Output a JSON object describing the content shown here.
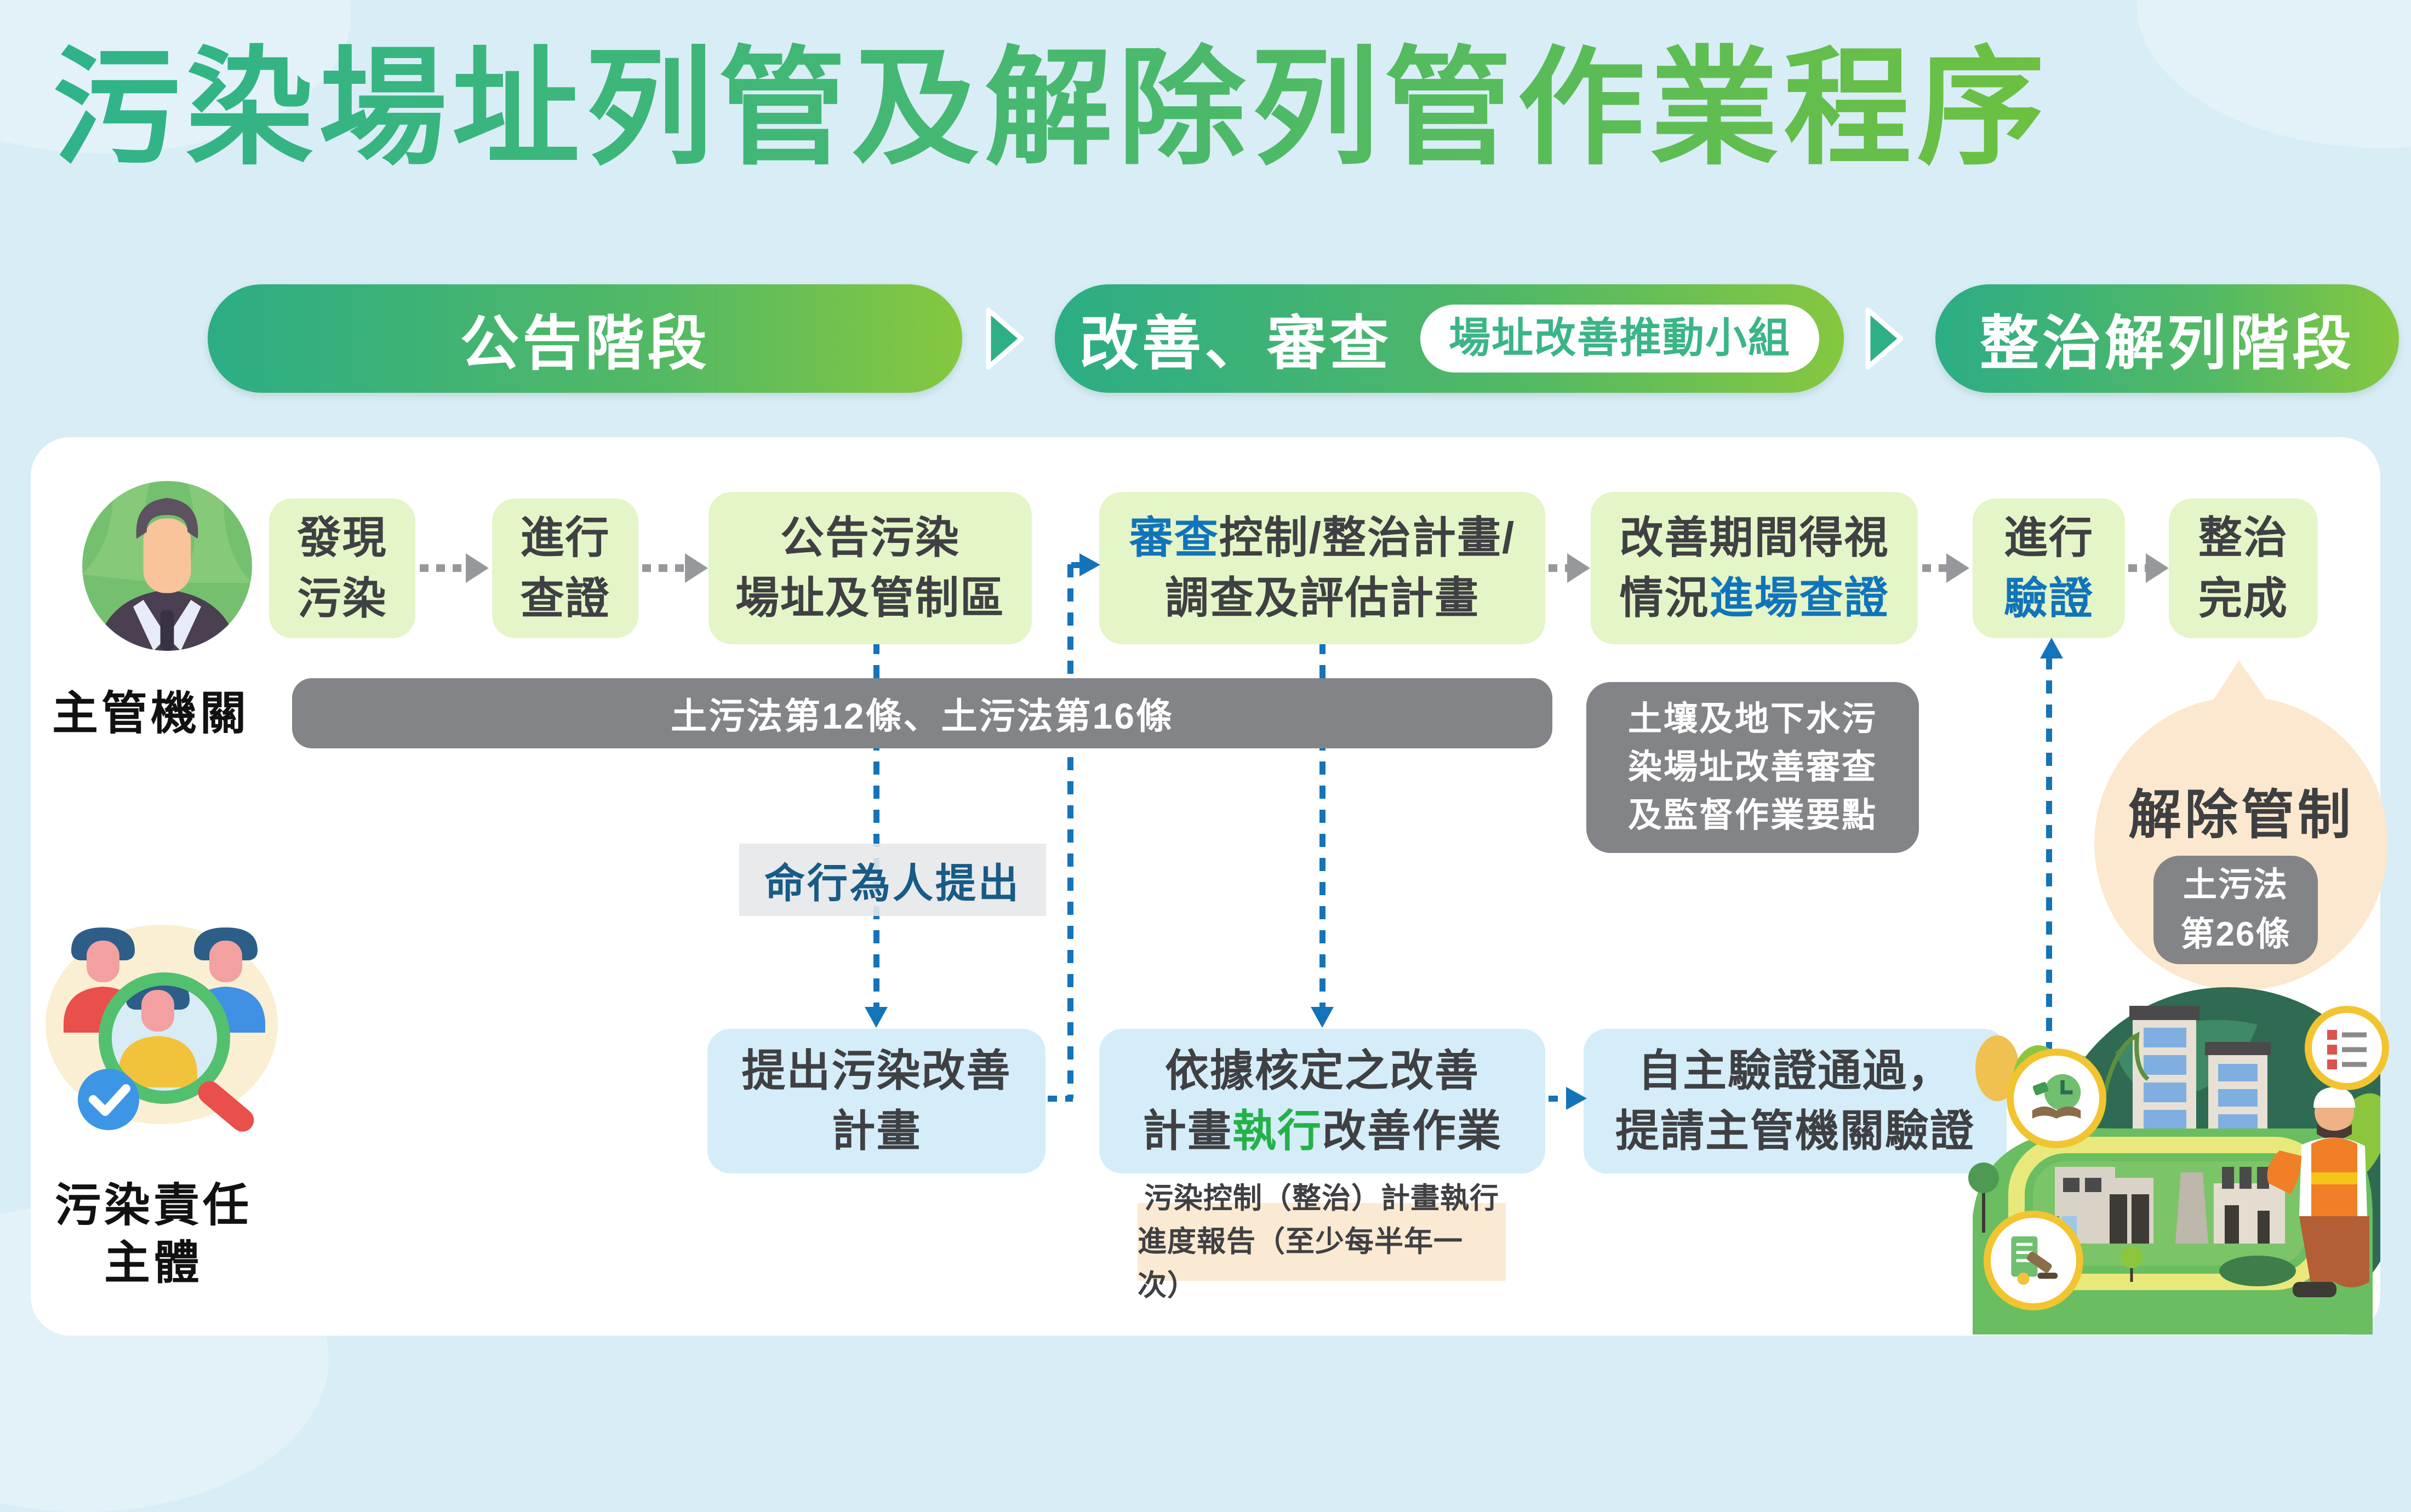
{
  "title": "污染場址列管及解除列管作業程序",
  "stages": {
    "stage1": "公告階段",
    "stage2": "改善、審查",
    "stage2_badge": "場址改善推動小組",
    "stage3": "整治解列階段"
  },
  "actors": {
    "authority": "主管機關",
    "responsible_l1": "污染責任",
    "responsible_l2": "主體"
  },
  "flow_top": {
    "discover_l1": "發現",
    "discover_l2": "污染",
    "verify_l1": "進行",
    "verify_l2": "查證",
    "announce_l1": "公告污染",
    "announce_l2": "場址及管制區",
    "review_hl": "審查",
    "review_rest": "控制/整治計畫/",
    "review_l2": "調查及評估計畫",
    "inspect_l1": "改善期間得視",
    "inspect_pre": "情況",
    "inspect_hl": "進場查證",
    "validate_l1": "進行",
    "validate_hl": "驗證",
    "complete_l1": "整治",
    "complete_l2": "完成"
  },
  "flow_bottom": {
    "propose_l1": "提出污染改善",
    "propose_l2": "計畫",
    "execute_l1": "依據核定之改善",
    "execute_pre": "計畫",
    "execute_hl": "執行",
    "execute_post": "改善作業",
    "selfverify_l1": "自主驗證通過，",
    "selfverify_l2": "提請主管機關驗證"
  },
  "notes": {
    "law_bar": "土污法第12條、土污法第16條",
    "review_guideline_l1": "土壤及地下水污",
    "review_guideline_l2": "染場址改善審查",
    "review_guideline_l3": "及監督作業要點",
    "order": "命行為人提出",
    "progress_l1": "污染控制（整治）計畫執行",
    "progress_l2": "進度報告（至少每半年一次）"
  },
  "release": {
    "title": "解除管制",
    "law_l1": "土污法",
    "law_l2": "第26條"
  },
  "colors": {
    "background": "#D9EDF6",
    "panel": "#FFFFFF",
    "title_gradient_start": "#2FB389",
    "title_gradient_end": "#6FC13D",
    "pill_gradient_start": "#2CAD85",
    "pill_gradient_end": "#85C83F",
    "box_green": "#E4F5C7",
    "box_blue": "#D5EDF9",
    "gray_bar": "#828487",
    "accent_blue": "#1474B9",
    "accent_green": "#25B14A",
    "order_text": "#175B86",
    "note_peach": "#FBEAD3",
    "bubble_peach": "#FCE8CE",
    "text_dark": "#3F4043"
  }
}
